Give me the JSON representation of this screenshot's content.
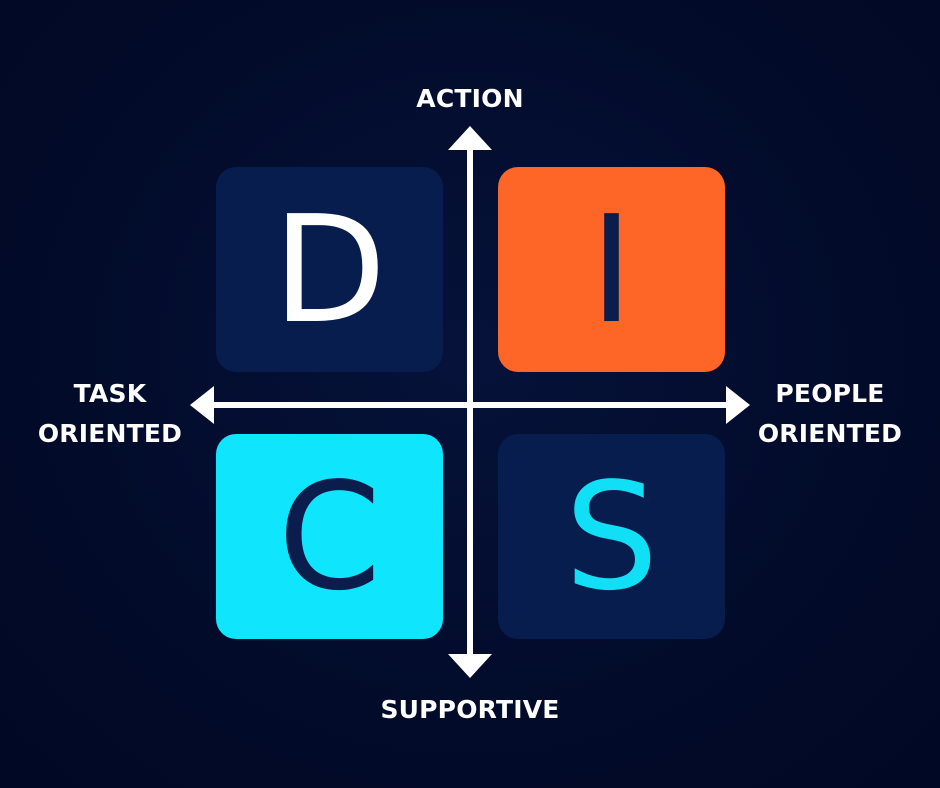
{
  "quadrants": [
    {
      "key": "d",
      "letter": "D",
      "fill": "#071d4d",
      "text_color": "#ffffff"
    },
    {
      "key": "i",
      "letter": "I",
      "fill": "#fe6628",
      "text_color": "#0b1d4d"
    },
    {
      "key": "c",
      "letter": "C",
      "fill": "#0fe5fc",
      "text_color": "#0b1d4d"
    },
    {
      "key": "s",
      "letter": "S",
      "fill": "#071d4d",
      "text_color": "#11dff5"
    }
  ],
  "axes": {
    "top": "ACTION",
    "bottom": "SUPPORTIVE",
    "left": [
      "TASK",
      "ORIENTED"
    ],
    "right": [
      "PEOPLE",
      "ORIENTED"
    ]
  },
  "colors": {
    "background": "#020b2a",
    "axis": "#ffffff"
  }
}
